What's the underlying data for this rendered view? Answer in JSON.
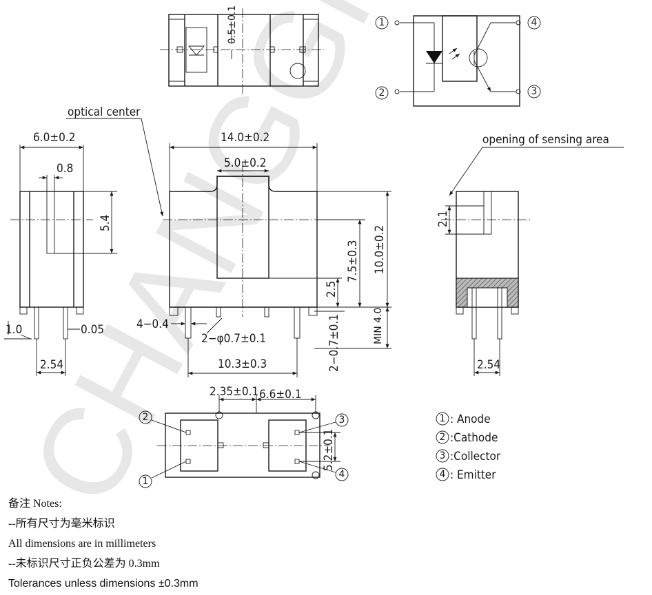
{
  "watermark": "CHANGGHT",
  "labels": {
    "optical_center": "optical center",
    "opening": "opening of sensing area"
  },
  "dims": {
    "top_gap": "0.5±0.1",
    "side_width": "6.0±0.2",
    "side_slot": "0.8",
    "side_height": "5.4",
    "side_pin_len": "1.0",
    "side_pin_th": "0.05",
    "side_pitch": "2.54",
    "front_width": "14.0±0.2",
    "front_slot": "5.0±0.2",
    "front_height": "10.0±0.2",
    "front_axis": "7.5±0.3",
    "front_slot_bottom": "2.5",
    "front_pin_w": "4−0.4",
    "front_holes": "2−φ0.7±0.1",
    "front_pin_pitch": "10.3±0.3",
    "front_pin_spec": "2−0.7±0.1",
    "front_pin_min": "MIN 4.0",
    "right_opening": "2.1",
    "right_pitch": "2.54",
    "bottom_offset": "2.35±0.1",
    "bottom_spacing": "6.6±0.1",
    "bottom_pin_pitch": "5.2±0.1"
  },
  "pins": {
    "p1": "1",
    "p2": "2",
    "p3": "3",
    "p4": "4"
  },
  "legend": [
    {
      "num": "1",
      "text": ": Anode"
    },
    {
      "num": "2",
      "text": ":Cathode"
    },
    {
      "num": "3",
      "text": ":Collector"
    },
    {
      "num": "4",
      "text": ": Emitter"
    }
  ],
  "notes": [
    "备注 Notes:",
    "--所有尺寸为毫米标识",
    "All dimensions are in millimeters",
    "--未标识尺寸正负公差为 0.3mm",
    "Tolerances unless dimensions ±0.3mm"
  ]
}
